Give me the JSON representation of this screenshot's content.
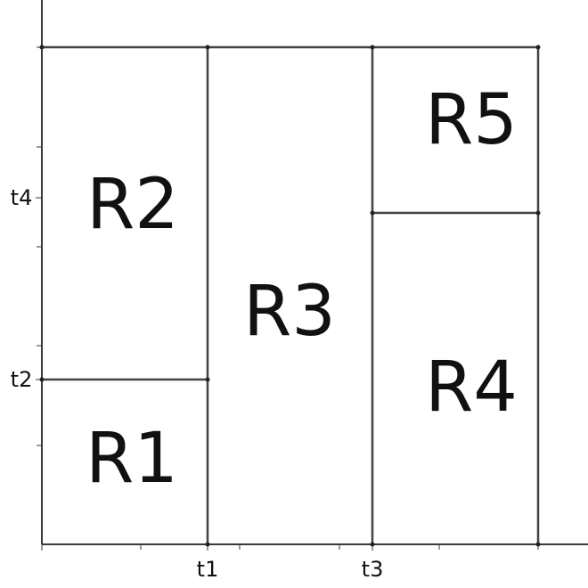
{
  "regions": [
    {
      "id": "R1",
      "label": "R1"
    },
    {
      "id": "R2",
      "label": "R2"
    },
    {
      "id": "R3",
      "label": "R3"
    },
    {
      "id": "R4",
      "label": "R4"
    },
    {
      "id": "R5",
      "label": "R5"
    }
  ],
  "axis": {
    "x_ticks": [
      "t1",
      "t3"
    ],
    "y_ticks": [
      "t2",
      "t4"
    ]
  }
}
